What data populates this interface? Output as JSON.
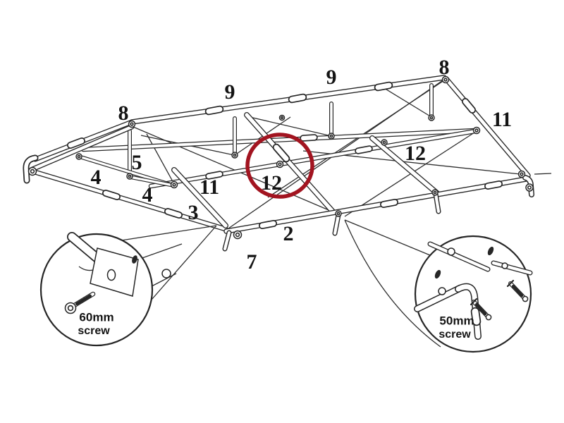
{
  "figure": {
    "title": "Frame assembly diagram",
    "description": "Isometric wireframe of a folding canopy/trailer frame with numbered parts, a red circle highlighting joint 12, and two magnified screw callouts"
  },
  "part_labels": [
    {
      "text": "8"
    },
    {
      "text": "9"
    },
    {
      "text": "9"
    },
    {
      "text": "8"
    },
    {
      "text": "11"
    },
    {
      "text": "12"
    },
    {
      "text": "5"
    },
    {
      "text": "4"
    },
    {
      "text": "4"
    },
    {
      "text": "11"
    },
    {
      "text": "12"
    },
    {
      "text": "3"
    },
    {
      "text": "2"
    },
    {
      "text": "7"
    }
  ],
  "callouts": {
    "left": {
      "size": "60mm",
      "word": "screw"
    },
    "right": {
      "size": "50mm",
      "word": "screw"
    }
  },
  "colors": {
    "line": "#262626",
    "highlight_red": "#a21420",
    "background": "#ffffff"
  }
}
